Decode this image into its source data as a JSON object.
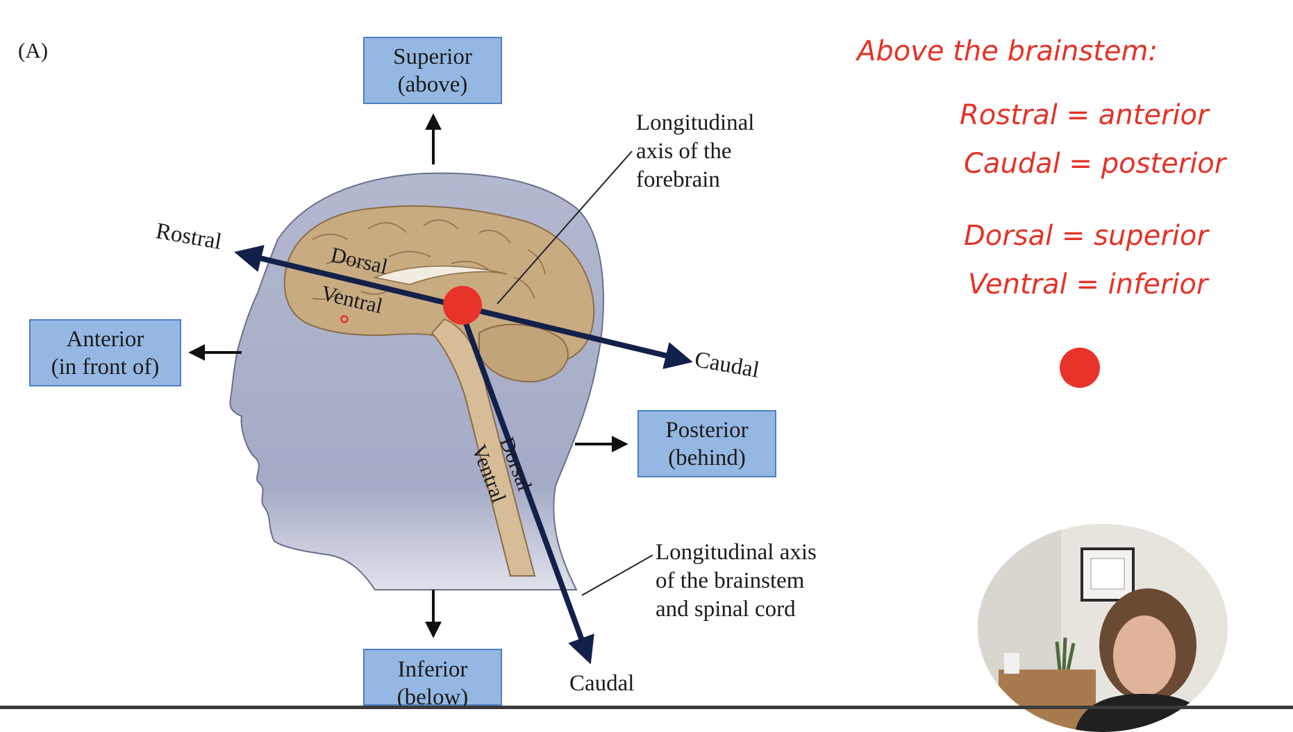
{
  "figure": {
    "panel_label": "(A)",
    "boxes": {
      "superior": [
        "Superior",
        "(above)"
      ],
      "anterior": [
        "Anterior",
        "(in front of)"
      ],
      "posterior": [
        "Posterior",
        "(behind)"
      ],
      "inferior": [
        "Inferior",
        "(below)"
      ]
    },
    "labels": {
      "rostral": "Rostral",
      "caudal_forebrain": "Caudal",
      "caudal_brainstem": "Caudal",
      "dorsal_forebrain": "Dorsal",
      "ventral_forebrain": "Ventral",
      "dorsal_brainstem": "Dorsal",
      "ventral_brainstem": "Ventral"
    },
    "callouts": {
      "forebrain_axis": [
        "Longitudinal",
        "axis of the",
        "forebrain"
      ],
      "brainstem_axis": [
        "Longitudinal axis",
        "of the brainstem",
        "and spinal cord"
      ]
    }
  },
  "annotations": {
    "heading": "Above the brainstem:",
    "lines": [
      "Rostral = anterior",
      "Caudal = posterior",
      "Dorsal = superior",
      "Ventral = inferior"
    ],
    "marker_color": "#e8332a"
  },
  "colors": {
    "box_fill": "#95b8e3",
    "box_border": "#4f7fc0",
    "axis_arrow": "#13204a",
    "annotation_text": "#e53227",
    "head_fill": "#aab0c8",
    "brain_fill": "#c9ab82"
  }
}
